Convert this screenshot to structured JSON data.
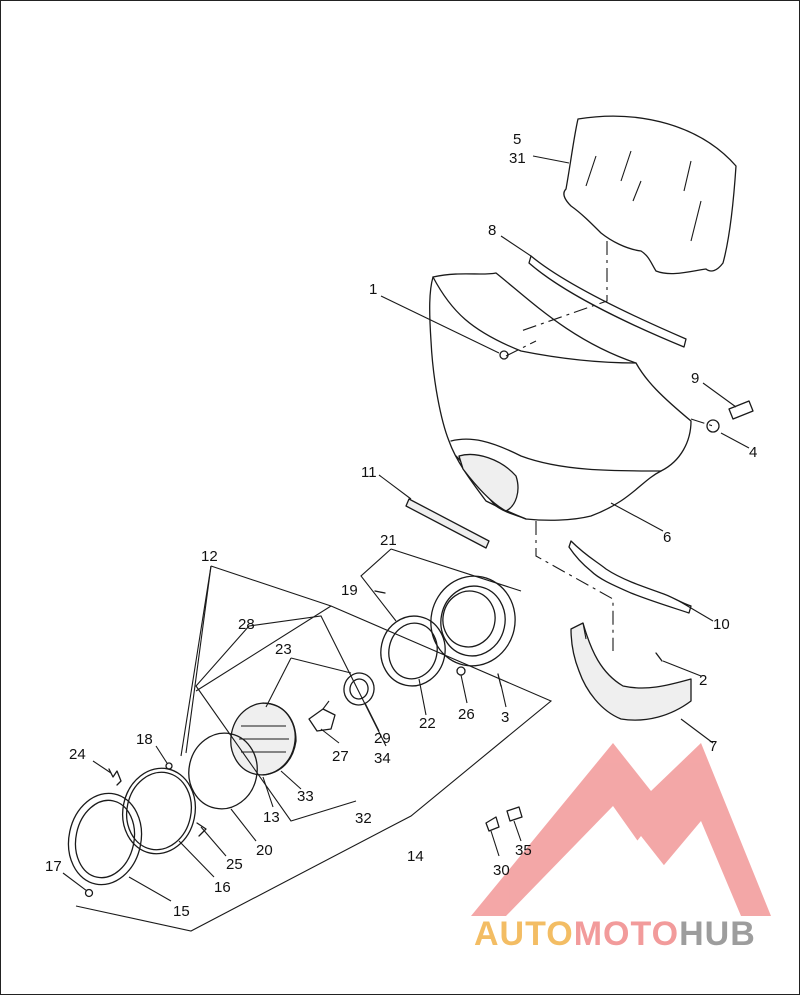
{
  "diagram": {
    "callouts": [
      {
        "id": "c5",
        "text": "5"
      },
      {
        "id": "c31",
        "text": "31"
      },
      {
        "id": "c8",
        "text": "8"
      },
      {
        "id": "c1",
        "text": "1"
      },
      {
        "id": "c9",
        "text": "9"
      },
      {
        "id": "c4",
        "text": "4"
      },
      {
        "id": "c11",
        "text": "11"
      },
      {
        "id": "c6",
        "text": "6"
      },
      {
        "id": "c21",
        "text": "21"
      },
      {
        "id": "c12",
        "text": "12"
      },
      {
        "id": "c19",
        "text": "19"
      },
      {
        "id": "c10",
        "text": "10"
      },
      {
        "id": "c28",
        "text": "28"
      },
      {
        "id": "c23",
        "text": "23"
      },
      {
        "id": "c2",
        "text": "2"
      },
      {
        "id": "c22",
        "text": "22"
      },
      {
        "id": "c26",
        "text": "26"
      },
      {
        "id": "c3",
        "text": "3"
      },
      {
        "id": "c29",
        "text": "29"
      },
      {
        "id": "c34",
        "text": "34"
      },
      {
        "id": "c27",
        "text": "27"
      },
      {
        "id": "c7",
        "text": "7"
      },
      {
        "id": "c18",
        "text": "18"
      },
      {
        "id": "c24",
        "text": "24"
      },
      {
        "id": "c33",
        "text": "33"
      },
      {
        "id": "c13",
        "text": "13"
      },
      {
        "id": "c32",
        "text": "32"
      },
      {
        "id": "c20",
        "text": "20"
      },
      {
        "id": "c25",
        "text": "25"
      },
      {
        "id": "c14",
        "text": "14"
      },
      {
        "id": "c35",
        "text": "35"
      },
      {
        "id": "c16",
        "text": "16"
      },
      {
        "id": "c30",
        "text": "30"
      },
      {
        "id": "c17",
        "text": "17"
      },
      {
        "id": "c15",
        "text": "15"
      }
    ]
  },
  "watermark": {
    "word_part1": "AUTO",
    "word_part2": "MOTO",
    "word_part3": "HUB",
    "color_part1": "#f2b24a",
    "color_part2": "#f08a8a",
    "color_part3": "#8c8c8c",
    "logo_color": "#f08a8a"
  },
  "colors": {
    "line": "#1a1a1a",
    "background": "#ffffff"
  }
}
